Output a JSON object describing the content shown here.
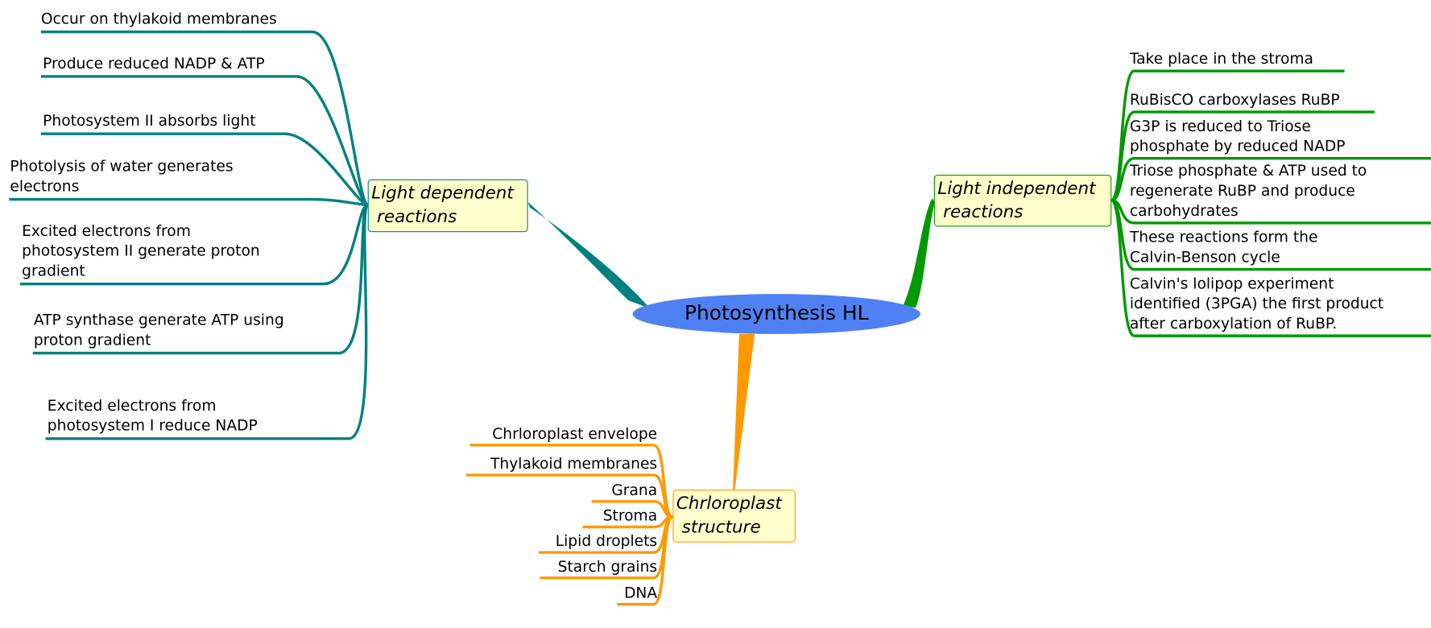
{
  "central_topic": "Photosynthesis HL",
  "colors": {
    "center": "#4f81f5",
    "light_dependent": "#008080",
    "light_independent": "#009900",
    "chloroplast": "#ff9900",
    "box_fill": "#ffffcc"
  },
  "branches": {
    "light_dependent": {
      "title_lines": [
        "Light dependent",
        " reactions"
      ],
      "items": [
        [
          "Occur on thylakoid membranes"
        ],
        [
          "Produce reduced NADP & ATP"
        ],
        [
          "Photosystem II absorbs light"
        ],
        [
          "Photolysis of water generates",
          "electrons"
        ],
        [
          "Excited electrons from",
          "photosystem II generate proton",
          "gradient"
        ],
        [
          "ATP synthase generate ATP using",
          "proton gradient"
        ],
        [
          "Excited electrons from",
          "photosystem I reduce NADP"
        ]
      ]
    },
    "light_independent": {
      "title_lines": [
        "Light independent",
        " reactions"
      ],
      "items": [
        [
          "Take place in the stroma"
        ],
        [
          "RuBisCO carboxylases RuBP"
        ],
        [
          "G3P is reduced to Triose",
          "phosphate by reduced NADP"
        ],
        [
          "Triose phosphate & ATP used to",
          "regenerate RuBP and produce",
          "carbohydrates"
        ],
        [
          "These reactions form the",
          "Calvin-Benson cycle"
        ],
        [
          "Calvin's lolipop experiment",
          "identified (3PGA) the first product",
          "after carboxylation of RuBP."
        ]
      ]
    },
    "chloroplast": {
      "title_lines": [
        "Chrloroplast",
        " structure"
      ],
      "items": [
        [
          "Chrloroplast envelope"
        ],
        [
          "Thylakoid membranes"
        ],
        [
          "Grana"
        ],
        [
          "Stroma"
        ],
        [
          "Lipid droplets"
        ],
        [
          "Starch grains"
        ],
        [
          "DNA"
        ]
      ]
    }
  }
}
